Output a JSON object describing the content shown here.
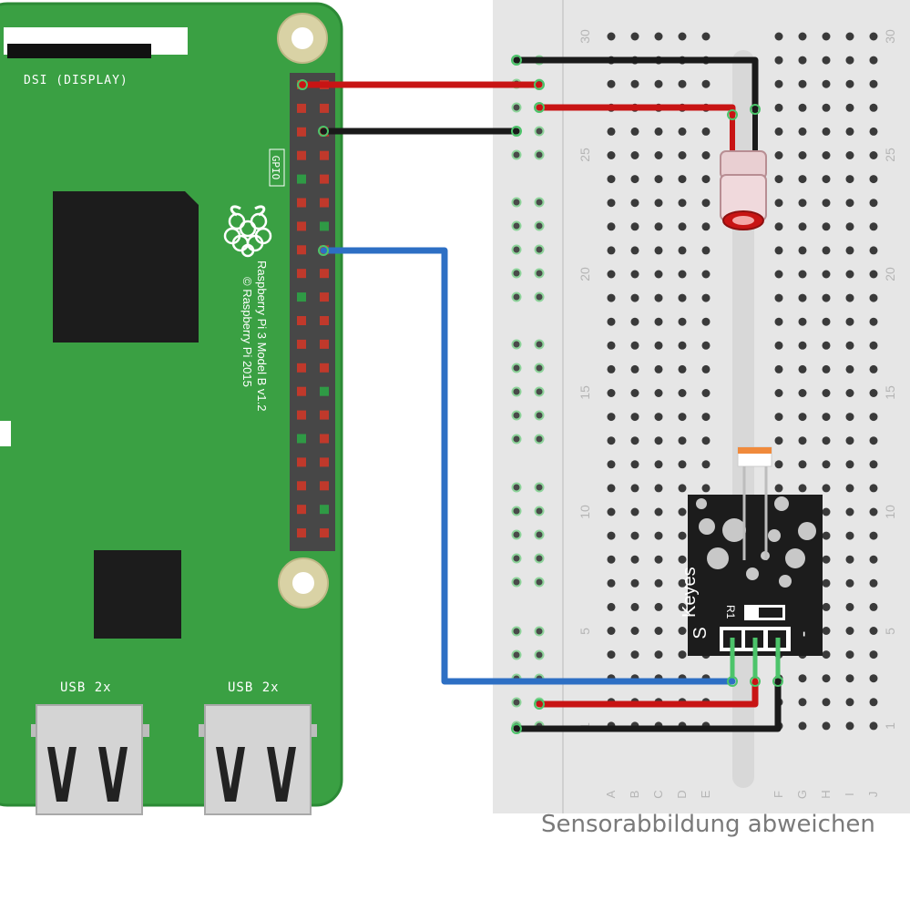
{
  "pi": {
    "display_label": "DSI (DISPLAY)",
    "gpio_label": "GPIO",
    "model_label": "Raspberry Pi 3 Model B v1.2",
    "copyright_label": "© Raspberry Pi 2015",
    "usb_label_1": "USB 2x",
    "usb_label_2": "USB 2x",
    "board_color": "#3aa043",
    "board_edge_color": "#2c8a36"
  },
  "breadboard": {
    "row_numbers": [
      "30",
      "25",
      "20",
      "15",
      "10",
      "5",
      "1"
    ],
    "column_letters": [
      "A",
      "B",
      "C",
      "D",
      "E",
      "F",
      "G",
      "H",
      "I",
      "J"
    ]
  },
  "module": {
    "brand": "Keyes",
    "s_pin": "S",
    "minus_pin": "-",
    "resistor_label": "R1"
  },
  "wires": {
    "red": "#c81414",
    "black": "#1a1a1a",
    "blue": "#2d6fc4"
  },
  "caption": "Sensorabbildung abweichen"
}
